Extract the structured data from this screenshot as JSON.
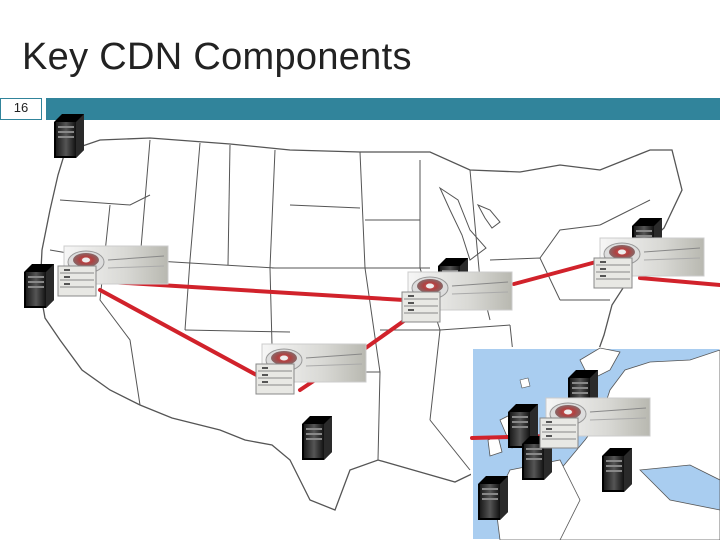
{
  "slide": {
    "title": "Key CDN Components",
    "page_number": "16"
  },
  "colors": {
    "accent_bar": "#31849b",
    "link_line": "#d1222b",
    "europe_sea": "#a9cdf0",
    "map_line": "#555555"
  },
  "nodes": [
    {
      "kind": "origin-server",
      "id": "origin-northwest"
    },
    {
      "kind": "origin-server",
      "id": "origin-west"
    },
    {
      "kind": "origin-server",
      "id": "origin-midwest"
    },
    {
      "kind": "origin-server",
      "id": "origin-northeast"
    },
    {
      "kind": "origin-server",
      "id": "origin-texas"
    },
    {
      "kind": "origin-server",
      "id": "origin-europe"
    },
    {
      "kind": "cache-server",
      "id": "cache-west"
    },
    {
      "kind": "cache-server",
      "id": "cache-midwest"
    },
    {
      "kind": "cache-server",
      "id": "cache-southwest"
    },
    {
      "kind": "cache-server",
      "id": "cache-east"
    },
    {
      "kind": "cache-server",
      "id": "cache-europe"
    }
  ]
}
